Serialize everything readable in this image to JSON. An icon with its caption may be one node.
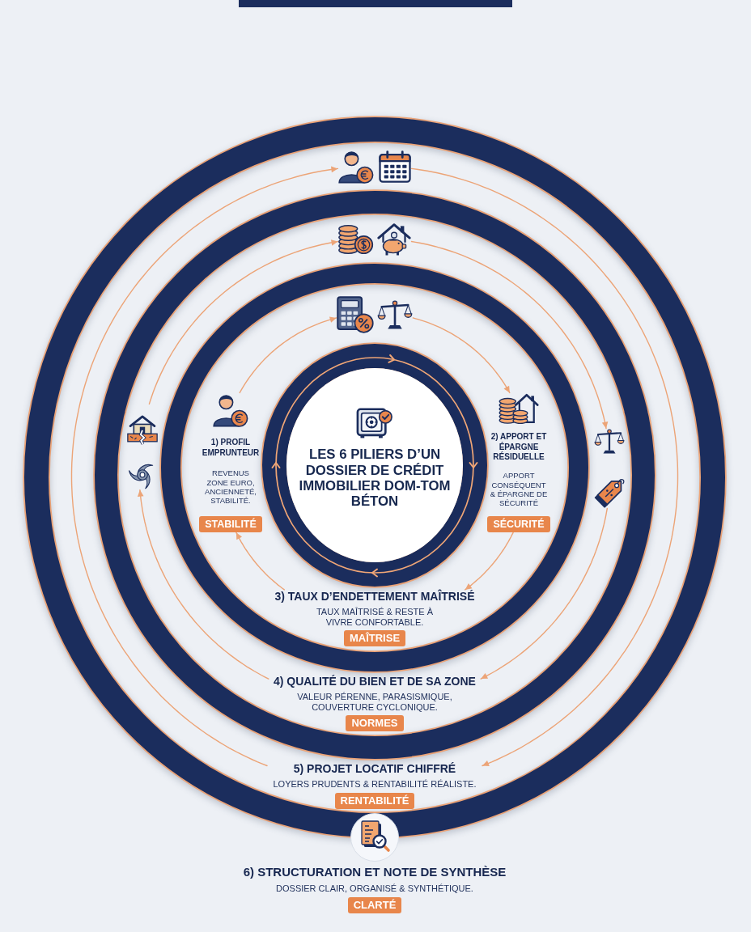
{
  "diagram": {
    "nodes": [
      {
        "text": [
          "LES 6 PILIERS D’UN DOSSIER DE CRÉDIT IMMOBILIER DOM-TOM BÉTON"
        ]
      },
      {
        "text": [
          "1) PROFIL EMPRUNTEUR",
          "REVENUS ZONE EURO, ANCIENNETÉ, STABILITÉ.",
          "STABILITÉ"
        ]
      },
      {
        "text": [
          "2) APPORT ET ÉPARGNE RÉSIDUELLE",
          "APPORT CONSÉQUENT & ÉPARGNE DE SÉCURITÉ",
          "SÉCURITÉ"
        ]
      },
      {
        "text": [
          "3) TAUX D’ENDETTEMENT MAÎTRISÉ",
          "TAUX MAÎTRISÉ & RESTE À VIVRE CONFORTABLE.",
          "MAÎTRISE"
        ]
      },
      {
        "text": [
          "4) QUALITÉ DU BIEN ET DE SA ZONE",
          "VALEUR PÉRENNE, PARASISMIQUE, COUVERTURE CYCLONIQUE.",
          "NORMES"
        ]
      },
      {
        "text": [
          "5) PROJET LOCATIF CHIFFRÉ",
          "LOYERS PRUDENTS & RENTABILITÉ RÉALISTE.",
          "RENTABILITÉ"
        ]
      },
      {
        "text": [
          "6) STRUCTURATION ET NOTE DE SYNTHÈSE",
          "DOSSIER CLAIR, ORGANISÉ & SYNTHÉTIQUE.",
          "CLARTÉ"
        ]
      },
      {
        "text": [],
        "shape": "picture"
      },
      {
        "text": [],
        "shape": "picture"
      },
      {
        "text": [],
        "shape": "picture"
      },
      {
        "text": [],
        "shape": "picture"
      },
      {
        "text": [],
        "shape": "picture"
      }
    ],
    "edges": [
      {
        "from": 1,
        "to": 9,
        "arrow": "to"
      },
      {
        "from": 9,
        "to": 2,
        "arrow": "to"
      },
      {
        "from": 2,
        "to": 3,
        "arrow": "to"
      },
      {
        "from": 3,
        "to": 1,
        "arrow": "to"
      },
      {
        "from": 10,
        "to": 8,
        "arrow": "to"
      },
      {
        "from": 8,
        "to": 11,
        "arrow": "to"
      },
      {
        "from": 11,
        "to": 4,
        "arrow": "to"
      },
      {
        "from": 4,
        "to": 10,
        "arrow": "to"
      },
      {
        "from": 5,
        "to": 7,
        "arrow": "to"
      },
      {
        "from": 7,
        "to": 5,
        "arrow": "to"
      }
    ]
  }
}
